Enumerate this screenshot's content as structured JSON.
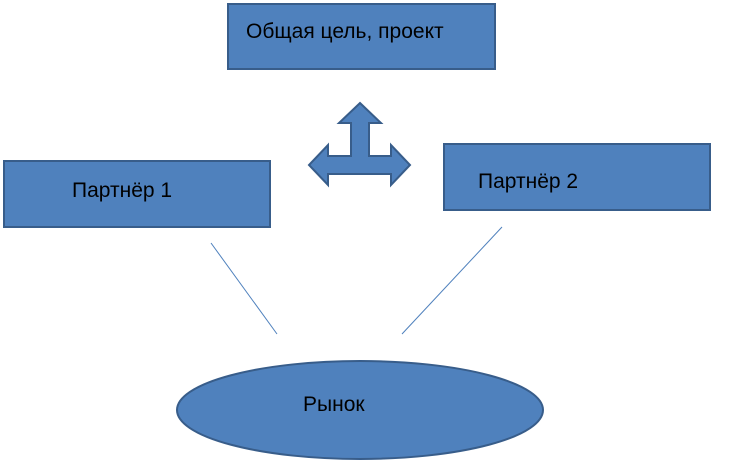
{
  "nodes": {
    "goal": "Общая цель, проект",
    "partner1": "Партнёр 1",
    "partner2": "Партнёр 2",
    "market": "Рынок"
  },
  "colors": {
    "fill": "#4f81bd",
    "stroke": "#385d8a",
    "connector": "#4f81bd",
    "text": "#000000"
  },
  "icons": {
    "arrow": "three-way-arrow-icon"
  }
}
